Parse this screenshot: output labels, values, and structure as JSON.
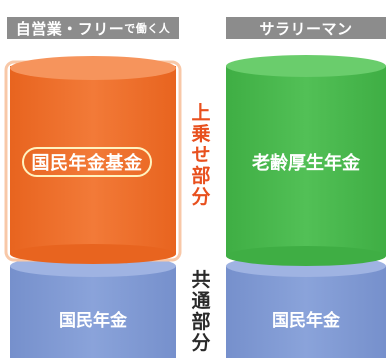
{
  "columns": {
    "left": {
      "header_main": "自営業・フリー",
      "header_small": "で働く人",
      "upper_label": "国民年金基金",
      "lower_label": "国民年金"
    },
    "right": {
      "header": "サラリーマン",
      "upper_label": "老齢厚生年金",
      "lower_label": "国民年金"
    }
  },
  "side_labels": {
    "upper": [
      "上",
      "乗",
      "せ",
      "部",
      "分"
    ],
    "lower": [
      "共",
      "通",
      "部",
      "分"
    ]
  },
  "colors": {
    "header_bg": "#8c8c8c",
    "orange": "#f07030",
    "green": "#48b84c",
    "blue": "#7f9ad2",
    "accent_text": "#e8501e"
  }
}
